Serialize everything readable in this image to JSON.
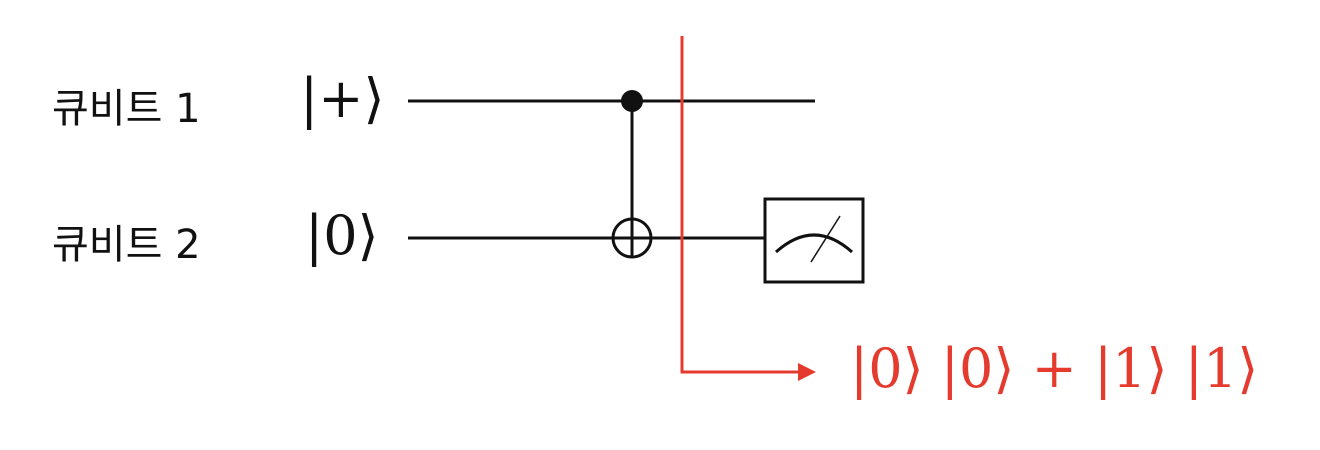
{
  "qubits": [
    {
      "label": "큐비트 1",
      "initial_state": "|+⟩"
    },
    {
      "label": "큐비트 2",
      "initial_state": "|0⟩"
    }
  ],
  "gates": [
    {
      "type": "CNOT",
      "control": "큐비트 1",
      "target": "큐비트 2"
    },
    {
      "type": "measurement",
      "qubit": "큐비트 2"
    }
  ],
  "output_state": "|0⟩ |0⟩ + |1⟩ |1⟩",
  "colors": {
    "wire": "#111111",
    "annotation": "#e53b2f"
  }
}
